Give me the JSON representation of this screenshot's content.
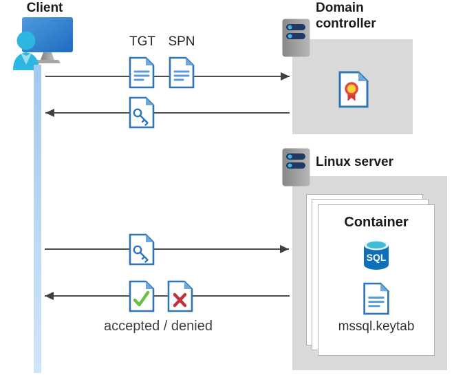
{
  "client": {
    "label": "Client"
  },
  "domain_controller": {
    "label": "Domain\ncontroller"
  },
  "linux_server": {
    "label": "Linux server"
  },
  "container": {
    "title": "Container",
    "sql_badge": "SQL",
    "keytab_label": "mssql.keytab"
  },
  "flows": {
    "tgt_label": "TGT",
    "spn_label": "SPN",
    "accepted_denied_label": "accepted / denied"
  },
  "icons": {
    "client": "user-at-monitor-icon",
    "domain_controller": "server-icon",
    "linux_server": "server-icon",
    "tgt": "document-icon",
    "spn": "document-icon",
    "ticket": "key-document-icon",
    "certificate": "certificate-icon",
    "sql": "sql-database-icon",
    "accepted": "check-document-icon",
    "denied": "x-document-icon"
  },
  "colors": {
    "doc_blue": "#2E75B6",
    "doc_fold_blue": "#6FA8DC",
    "doc_line_blue": "#5B9BD5",
    "check_green": "#6CBE45",
    "cross_red": "#C0333B",
    "cert_badge_yellow": "#FFD23B",
    "cert_badge_red": "#E8453C",
    "sql_body_blue": "#0F70BA",
    "sql_top_teal": "#3FBBD9",
    "server_bar_navy": "#1F3864",
    "server_dot_cyan": "#41B6E8",
    "monitor_blue": "#2B7BC9",
    "person_cyan": "#2DB7E0",
    "lifeline_blue": "#A3C9EF",
    "box_gray": "#D9D9D9",
    "arrow_gray": "#404040"
  }
}
